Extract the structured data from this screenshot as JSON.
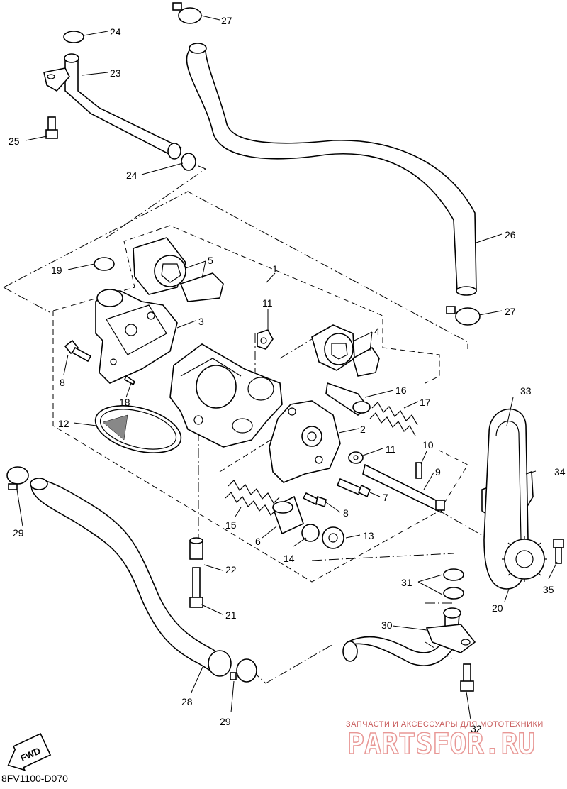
{
  "diagram": {
    "code": "8FV1100-D070",
    "direction_badge": "FWD",
    "watermark": {
      "line1": "ЗАПЧАСТИ И АКСЕССУАРЫ ДЛЯ МОТОТЕХНИКИ",
      "line2": "PARTSFOR.RU"
    },
    "callouts": [
      {
        "key": "c1",
        "label": "1"
      },
      {
        "key": "c2",
        "label": "2"
      },
      {
        "key": "c3",
        "label": "3"
      },
      {
        "key": "c4",
        "label": "4"
      },
      {
        "key": "c5",
        "label": "5"
      },
      {
        "key": "c6",
        "label": "6"
      },
      {
        "key": "c7",
        "label": "7"
      },
      {
        "key": "c8a",
        "label": "8"
      },
      {
        "key": "c8b",
        "label": "8"
      },
      {
        "key": "c9",
        "label": "9"
      },
      {
        "key": "c10",
        "label": "10"
      },
      {
        "key": "c11a",
        "label": "11"
      },
      {
        "key": "c11b",
        "label": "11"
      },
      {
        "key": "c12",
        "label": "12"
      },
      {
        "key": "c13",
        "label": "13"
      },
      {
        "key": "c14",
        "label": "14"
      },
      {
        "key": "c15",
        "label": "15"
      },
      {
        "key": "c16",
        "label": "16"
      },
      {
        "key": "c17",
        "label": "17"
      },
      {
        "key": "c18",
        "label": "18"
      },
      {
        "key": "c19",
        "label": "19"
      },
      {
        "key": "c20",
        "label": "20"
      },
      {
        "key": "c21",
        "label": "21"
      },
      {
        "key": "c22",
        "label": "22"
      },
      {
        "key": "c23",
        "label": "23"
      },
      {
        "key": "c24a",
        "label": "24"
      },
      {
        "key": "c24b",
        "label": "24"
      },
      {
        "key": "c25",
        "label": "25"
      },
      {
        "key": "c26",
        "label": "26"
      },
      {
        "key": "c27a",
        "label": "27"
      },
      {
        "key": "c27b",
        "label": "27"
      },
      {
        "key": "c28",
        "label": "28"
      },
      {
        "key": "c29a",
        "label": "29"
      },
      {
        "key": "c29b",
        "label": "29"
      },
      {
        "key": "c30",
        "label": "30"
      },
      {
        "key": "c31",
        "label": "31"
      },
      {
        "key": "c32",
        "label": "32"
      },
      {
        "key": "c33",
        "label": "33"
      },
      {
        "key": "c34",
        "label": "34"
      },
      {
        "key": "c35",
        "label": "35"
      }
    ]
  }
}
